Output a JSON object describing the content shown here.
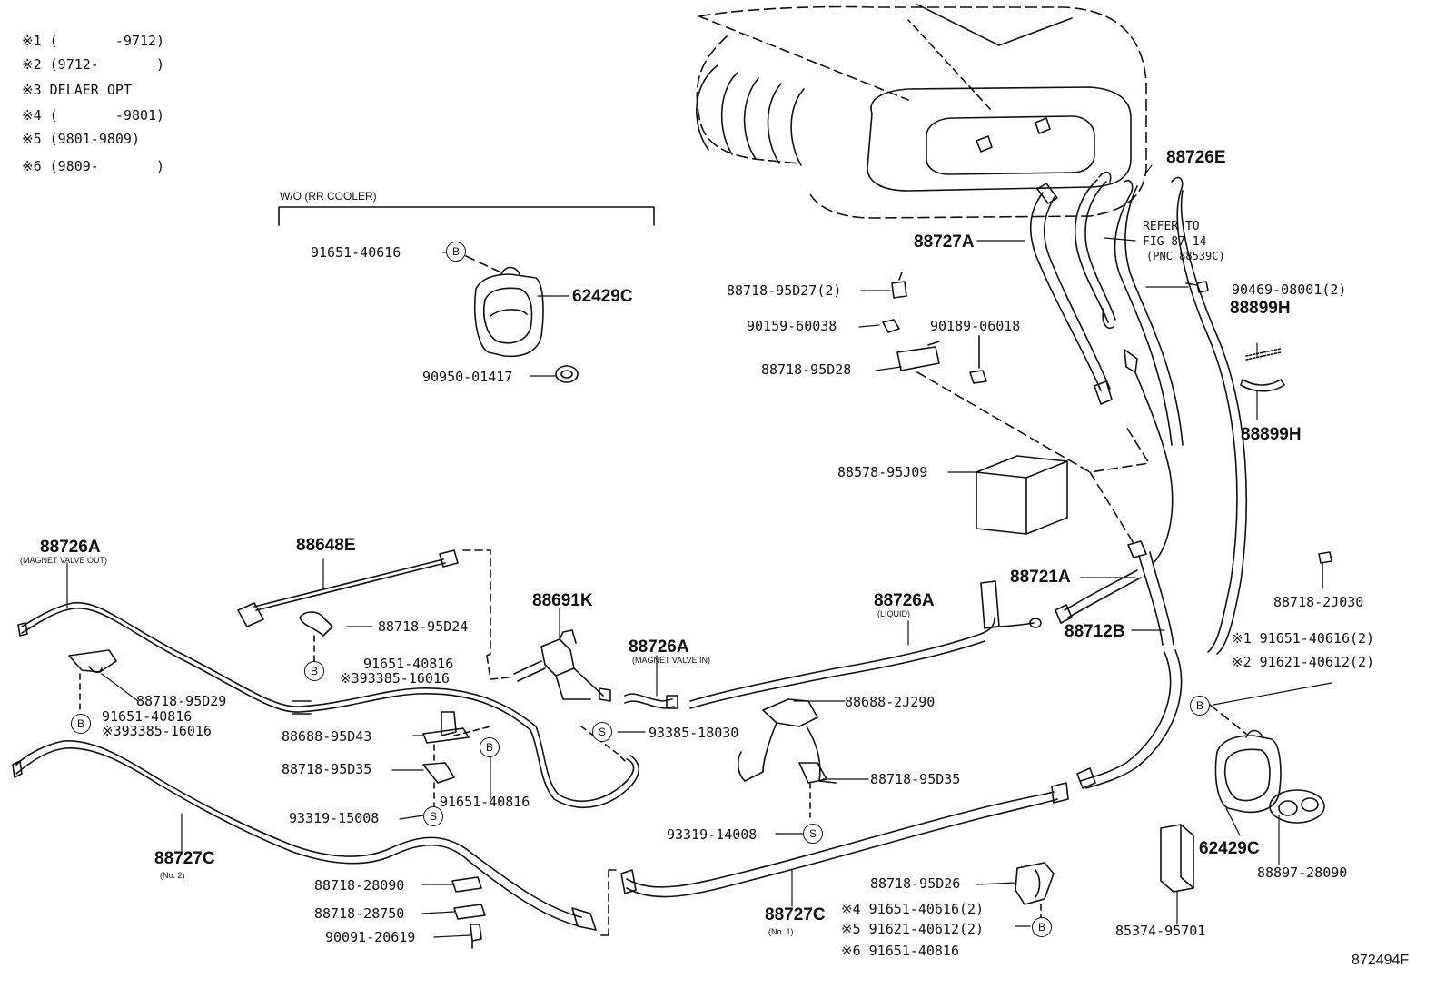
{
  "notes": [
    {
      "mark": "※1",
      "text": "(       -9712)"
    },
    {
      "mark": "※2",
      "text": "(9712-       )"
    },
    {
      "mark": "※3",
      "text": "DELAER OPT"
    },
    {
      "mark": "※4",
      "text": "(       -9801)"
    },
    {
      "mark": "※5",
      "text": "(9801-9809)"
    },
    {
      "mark": "※6",
      "text": "(9809-       )"
    }
  ],
  "group_heading": "W/O (RR COOLER)",
  "circle_b": "B",
  "circle_s": "S",
  "refer": {
    "l1": "REFER TO",
    "l2": "FIG 87-14",
    "l3": "(PNC 88539C)"
  },
  "parts": {
    "p91651_40616_top": "91651-40616",
    "p62429c_top": "62429C",
    "p90950": "90950-01417",
    "p88718_95d27": "88718-95D27(2)",
    "p90159": "90159-60038",
    "p90189": "90189-06018",
    "p88718_95d28": "88718-95D28",
    "p88727a": "88727A",
    "p88726e": "88726E",
    "p90469": "90469-08001(2)",
    "p88899h_a": "88899H",
    "p88899h_b": "88899H",
    "p88578": "88578-95J09",
    "p88726a_out": "88726A",
    "p88726a_out_sub": "(MAGNET VALVE OUT)",
    "p88648e": "88648E",
    "p88718_95d24": "88718-95D24",
    "p91651_40816_a": "91651-40816",
    "p393385": "※393385-16016",
    "p88691k": "88691K",
    "p88726a_in": "88726A",
    "p88726a_in_sub": "(MAGNET VALVE IN)",
    "p88726a_liq": "88726A",
    "p88726a_liq_sub": "(LIQUID)",
    "p88721a": "88721A",
    "p88712b": "88712B",
    "p88718_2j030": "88718-2J030",
    "n1": "※1",
    "n1_part": "91651-40616(2)",
    "n2": "※2",
    "n2_part": "91621-40612(2)",
    "p88718_95d29": "88718-95D29",
    "p91651_40816_b": "91651-40816",
    "p93385_16016": "※393385-16016",
    "p88688_95d43": "88688-95D43",
    "p88688_2j290": "88688-2J290",
    "p93385_18030": "93385-18030",
    "p88718_95d35_a": "88718-95D35",
    "p88718_95d35_b": "88718-95D35",
    "p91651_40816_c": "91651-40816",
    "p93319_15008": "93319-15008",
    "p93319_14008": "93319-14008",
    "p88727c_2": "88727C",
    "p88727c_2_sub": "(No. 2)",
    "p88718_28090": "88718-28090",
    "p88718_28750": "88718-28750",
    "p90091": "90091-20619",
    "p88718_95d26": "88718-95D26",
    "p88727c_1": "88727C",
    "p88727c_1_sub": "(No. 1)",
    "n4": "※4",
    "n4_part": "91651-40616(2)",
    "n5": "※5",
    "n5_part": "91621-40612(2)",
    "n6": "※6",
    "n6_part": "91651-40816",
    "p62429c_bot": "62429C",
    "p88897": "88897-28090",
    "p85374": "85374-95701"
  },
  "figure_id": "872494F"
}
